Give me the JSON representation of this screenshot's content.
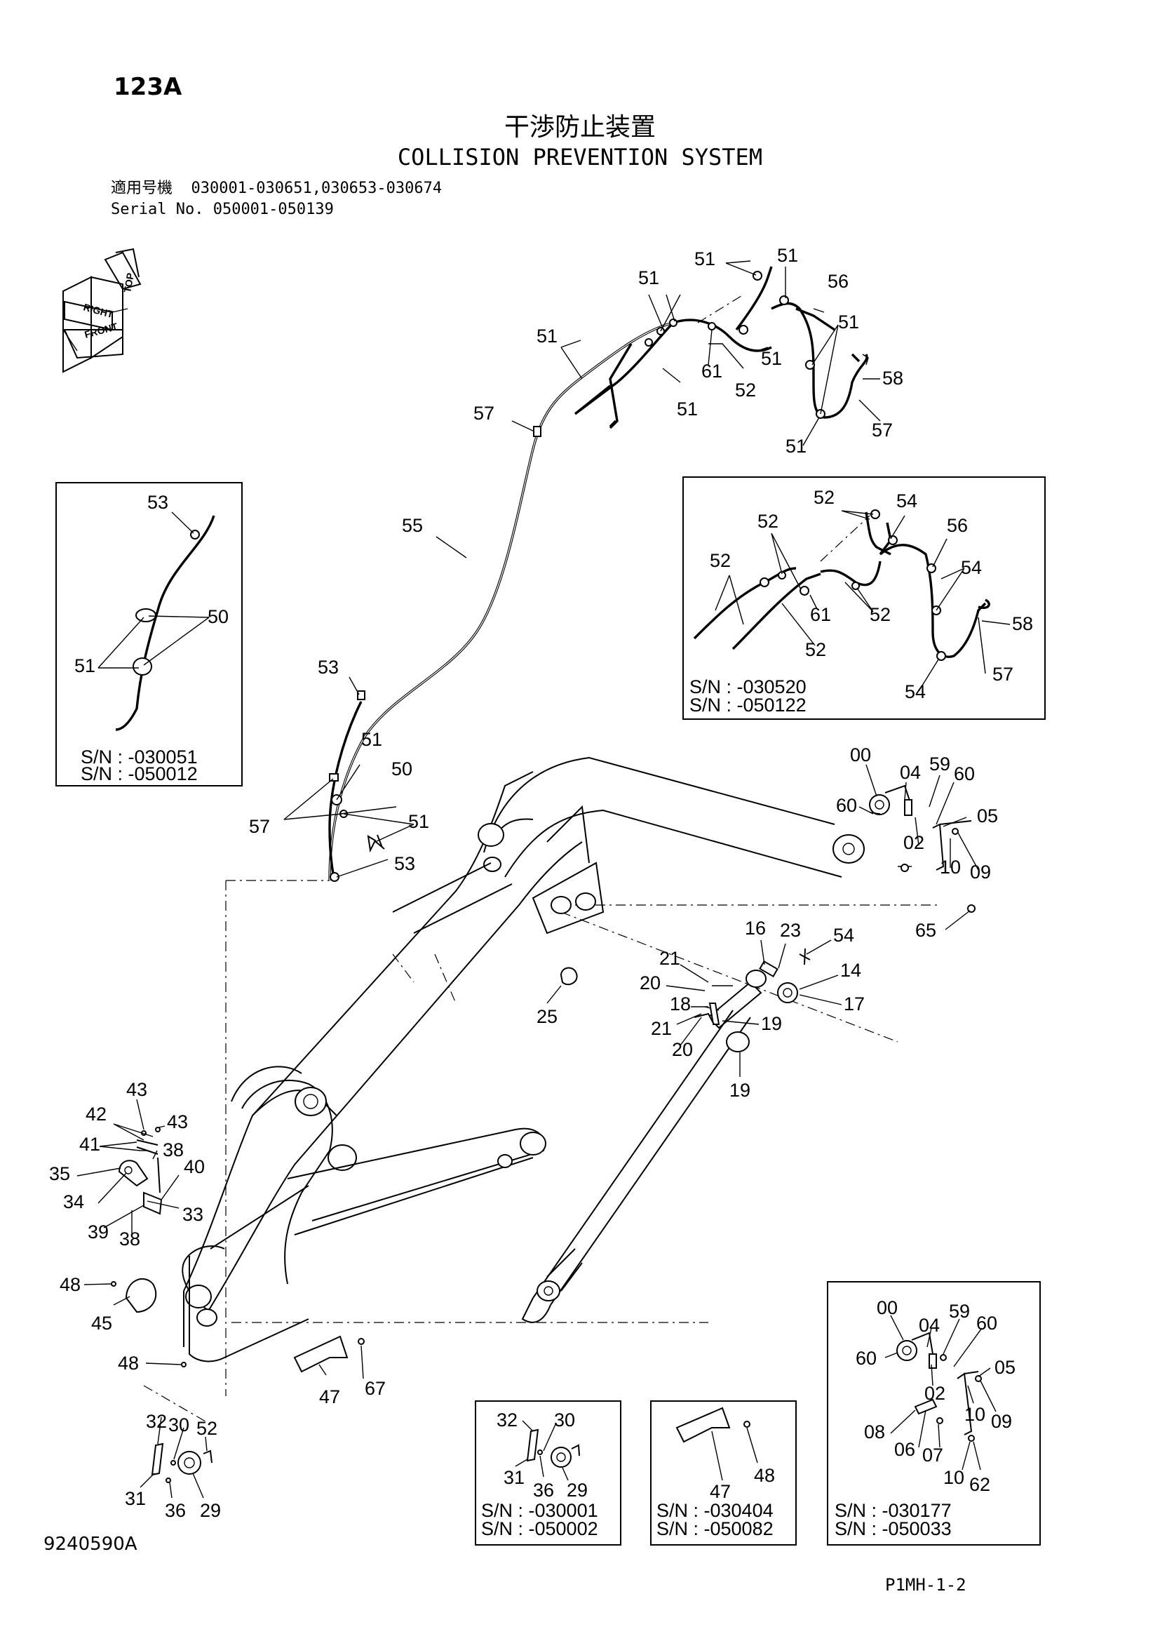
{
  "header": {
    "page_number": "123A",
    "title_jp": "干渉防止装置",
    "title_en": "COLLISION PREVENTION SYSTEM",
    "applicable_label_jp": "適用号機",
    "applicable_range": "030001-030651,030653-030674",
    "serial_label": "Serial No.",
    "serial_range": "050001-050139"
  },
  "orientation_icon": {
    "labels": [
      "TOP",
      "RIGHT",
      "FRONT"
    ]
  },
  "callouts": {
    "c51a": "51",
    "c51b": "51",
    "c51c": "51",
    "c51d": "51",
    "c51e": "51",
    "c51f": "51",
    "c51g": "51",
    "c51h": "51",
    "c56a": "56",
    "c58a": "58",
    "c57a": "57",
    "c61a": "61",
    "c52a": "52",
    "c57b": "57",
    "c55": "55",
    "c53a": "53",
    "c51i": "51",
    "c50a": "50",
    "c57c": "57",
    "c51j": "51",
    "c53b": "53",
    "i1_53": "53",
    "i1_50": "50",
    "i1_51": "51",
    "i2_52a": "52",
    "i2_54a": "54",
    "i2_52b": "52",
    "i2_56": "56",
    "i2_52c": "52",
    "i2_54b": "54",
    "i2_61": "61",
    "i2_52d": "52",
    "i2_52e": "52",
    "i2_58": "58",
    "i2_57": "57",
    "i2_54c": "54",
    "b00": "00",
    "b04": "04",
    "b59": "59",
    "b60a": "60",
    "b60b": "60",
    "b05": "05",
    "b02": "02",
    "b10": "10",
    "b09": "09",
    "b65": "65",
    "m16": "16",
    "m23": "23",
    "m54": "54",
    "m14": "14",
    "m21a": "21",
    "m20a": "20",
    "m18": "18",
    "m17": "17",
    "m21b": "21",
    "m19a": "19",
    "m20b": "20",
    "m19b": "19",
    "m25": "25",
    "l43a": "43",
    "l42": "42",
    "l43b": "43",
    "l41": "41",
    "l38a": "38",
    "l35": "35",
    "l40": "40",
    "l34": "34",
    "l33": "33",
    "l39": "39",
    "l38b": "38",
    "l48a": "48",
    "l45": "45",
    "l48b": "48",
    "l47": "47",
    "l67": "67",
    "l32": "32",
    "l30": "30",
    "l52": "52",
    "l31": "31",
    "l36": "36",
    "l29": "29",
    "i3_32": "32",
    "i3_30": "30",
    "i3_31": "31",
    "i3_36": "36",
    "i3_29": "29",
    "i4_48": "48",
    "i4_47": "47",
    "i5_00": "00",
    "i5_04": "04",
    "i5_59": "59",
    "i5_60a": "60",
    "i5_60b": "60",
    "i5_05": "05",
    "i5_02": "02",
    "i5_10a": "10",
    "i5_09": "09",
    "i5_08": "08",
    "i5_06": "06",
    "i5_07": "07",
    "i5_10b": "10",
    "i5_62": "62"
  },
  "insets": {
    "inset1": {
      "sn1": "S/N : -030051",
      "sn2": "S/N : -050012"
    },
    "inset2": {
      "sn1": "S/N : -030520",
      "sn2": "S/N : -050122"
    },
    "inset3": {
      "sn1": "S/N : -030001",
      "sn2": "S/N : -050002"
    },
    "inset4": {
      "sn1": "S/N : -030404",
      "sn2": "S/N : -050082"
    },
    "inset5": {
      "sn1": "S/N : -030177",
      "sn2": "S/N : -050033"
    }
  },
  "footer": {
    "drawing_number": "9240590A",
    "page_ref": "P1MH-1-2"
  }
}
